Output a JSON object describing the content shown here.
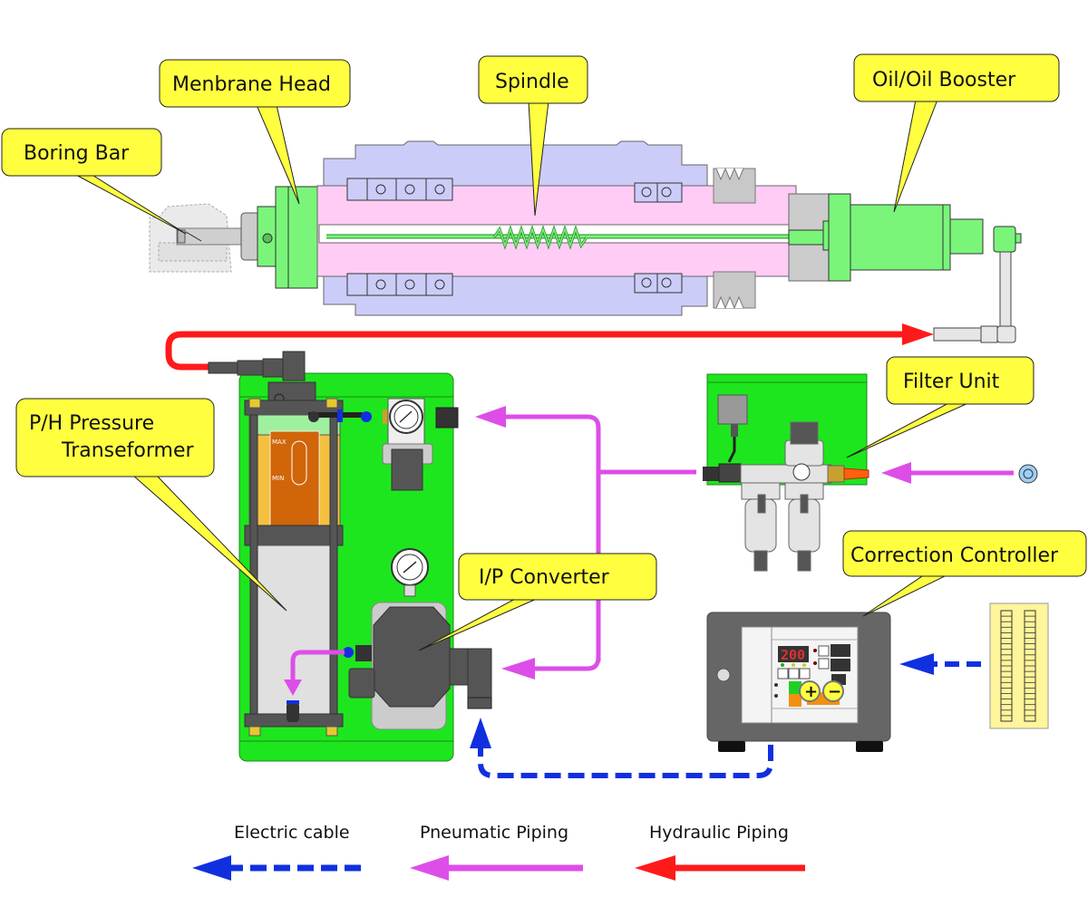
{
  "diagram": {
    "callouts": {
      "boring_bar": "Boring Bar",
      "membrane_head": "Menbrane Head",
      "spindle": "Spindle",
      "booster": "Oil/Oil Booster",
      "ph_transformer_line1": "P/H Pressure",
      "ph_transformer_line2": "Transeformer",
      "filter_unit": "Filter Unit",
      "ip_converter": "I/P Converter",
      "correction_controller": "Correction Controller"
    },
    "reservoir": {
      "max_label": "MAX",
      "min_label": "MIN"
    },
    "controller": {
      "display_value": "200",
      "plus_label": "+",
      "minus_label": "−"
    },
    "legend": {
      "electric": "Electric cable",
      "pneumatic": "Pneumatic Piping",
      "hydraulic": "Hydraulic Piping"
    },
    "colors": {
      "hydraulic": "#ff1a1a",
      "pneumatic": "#dd4ee8",
      "electric": "#1030e0",
      "callout_fill": "#ffff40",
      "panel_green": "#1ee61e",
      "spindle_pink": "#ffccf5",
      "housing_lavender": "#ccccf8",
      "part_green": "#7af57a"
    }
  }
}
